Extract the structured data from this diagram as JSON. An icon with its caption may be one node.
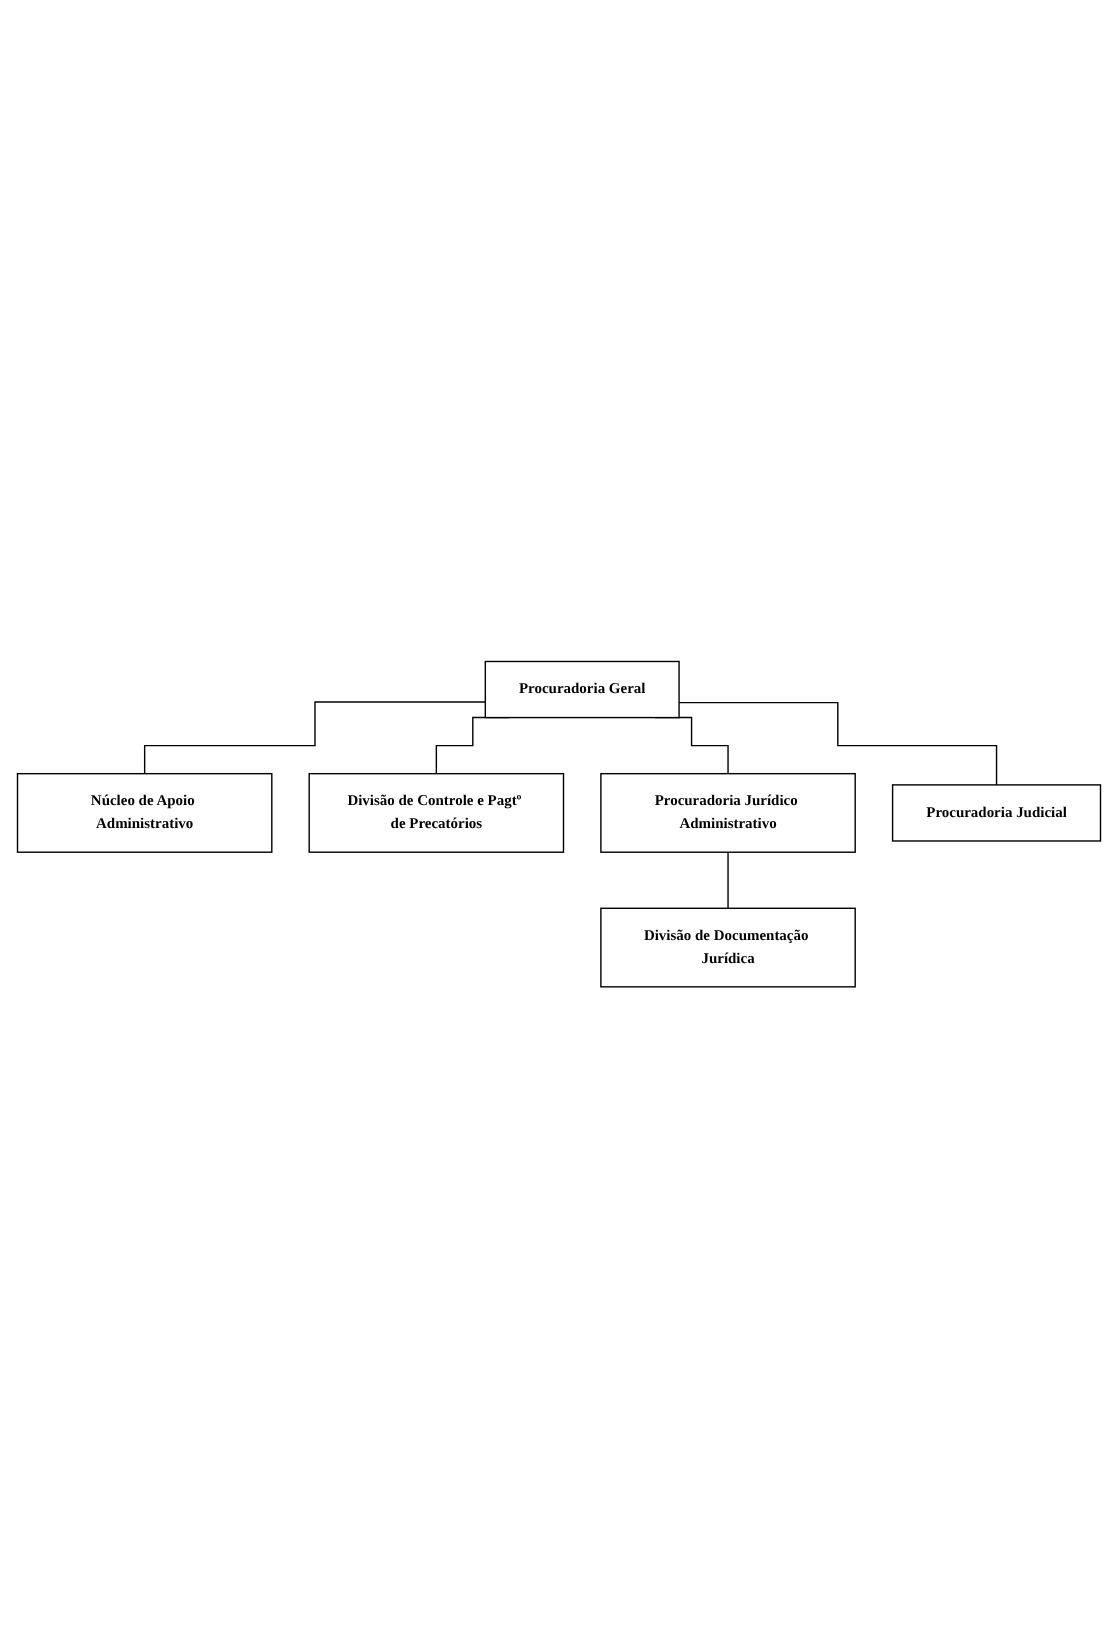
{
  "diagram": {
    "nodes": [
      {
        "text": [
          "Procuradoria Geral"
        ]
      },
      {
        "text": [
          "Núcleo de Apoio Administrativo"
        ]
      },
      {
        "text": [
          "Divisão de Controle e Pagtº de Precatórios"
        ]
      },
      {
        "text": [
          "Procuradoria Jurídico Administrativo"
        ]
      },
      {
        "text": [
          "Procuradoria Judicial"
        ]
      },
      {
        "text": [
          "Divisão de Documentação Jurídica"
        ]
      }
    ],
    "edges": [
      {
        "from": 0,
        "to": 1,
        "arrow": "none"
      },
      {
        "from": 0,
        "to": 2,
        "arrow": "none"
      },
      {
        "from": 0,
        "to": 3,
        "arrow": "none"
      },
      {
        "from": 0,
        "to": 4,
        "arrow": "none"
      },
      {
        "from": 3,
        "to": 5,
        "arrow": "none"
      }
    ]
  }
}
